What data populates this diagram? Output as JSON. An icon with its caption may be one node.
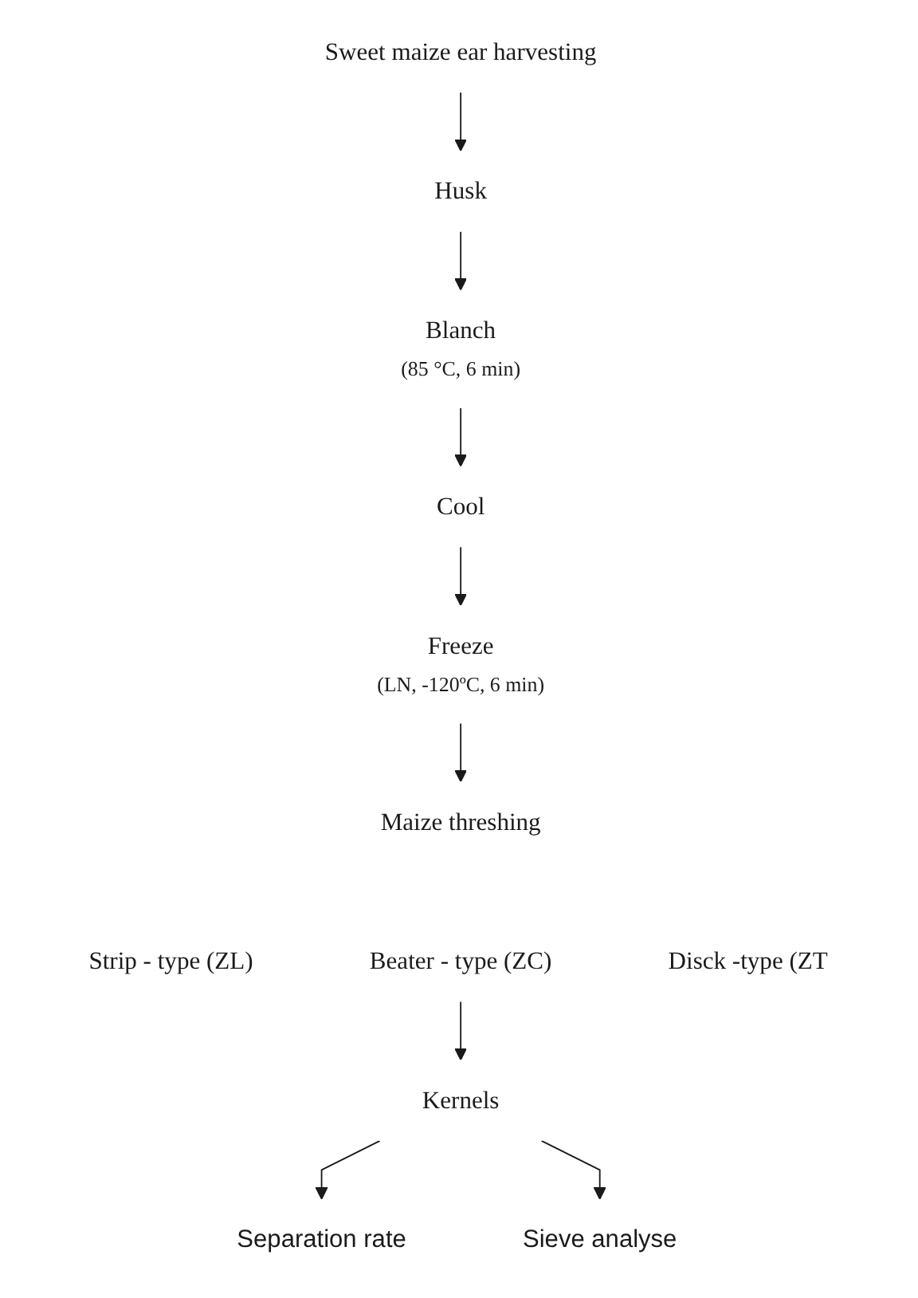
{
  "diagram": {
    "nodes": [
      {
        "text": [
          "Sweet maize ear harvesting"
        ]
      },
      {
        "text": [
          "Husk"
        ]
      },
      {
        "text": [
          "Blanch",
          "(85 °C, 6 min)"
        ]
      },
      {
        "text": [
          "Cool"
        ]
      },
      {
        "text": [
          "Freeze",
          "(LN, -120ºC, 6 min)"
        ]
      },
      {
        "text": [
          "Maize threshing"
        ]
      },
      {
        "text": [
          "Strip - type (ZL)"
        ]
      },
      {
        "text": [
          "Beater - type (ZC)"
        ]
      },
      {
        "text": [
          "Disck -type (ZT"
        ]
      },
      {
        "text": [
          "Kernels"
        ]
      },
      {
        "text": [
          "Separation rate"
        ]
      },
      {
        "text": [
          "Sieve analyse"
        ]
      }
    ],
    "edges": [
      {
        "from": 0,
        "to": 1,
        "arrow": "to"
      },
      {
        "from": 1,
        "to": 2,
        "arrow": "to"
      },
      {
        "from": 2,
        "to": 3,
        "arrow": "to"
      },
      {
        "from": 3,
        "to": 4,
        "arrow": "to"
      },
      {
        "from": 4,
        "to": 5,
        "arrow": "to"
      },
      {
        "from": 7,
        "to": 9,
        "arrow": "to"
      },
      {
        "from": 9,
        "to": 10,
        "arrow": "to"
      },
      {
        "from": 9,
        "to": 11,
        "arrow": "to"
      }
    ]
  }
}
